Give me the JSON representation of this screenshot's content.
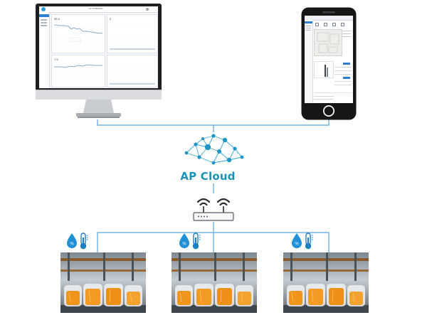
{
  "cloud": {
    "label": "AP Cloud"
  },
  "dashboard": {
    "title": "UI ?/??BS?M?",
    "panels": [
      {
        "value": "33.3"
      },
      {
        "value": "2"
      },
      {
        "value": "7.5"
      },
      {
        "value": ""
      }
    ],
    "sidebar_items": [
      "Overview",
      "Dashboard",
      "Devices",
      "Alerts",
      "Settings"
    ]
  },
  "colors": {
    "accent": "#1a93b8",
    "connector": "#5ba3d9",
    "sensor_drop": "#1f8fd8",
    "sensor_thermo": "#1c7fc4",
    "product": "#f0941c"
  },
  "icons": {
    "cloud": "network-cloud-icon",
    "router": "wifi-router-icon",
    "sensor": "humidity-temperature-icon"
  }
}
